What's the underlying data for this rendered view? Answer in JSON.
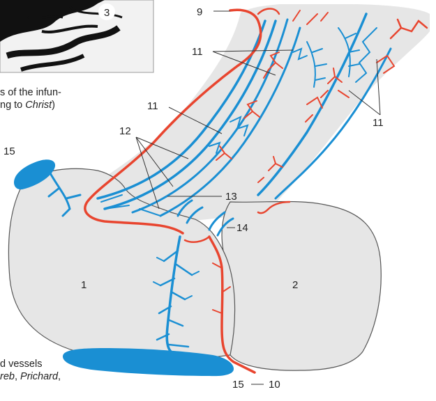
{
  "figure": {
    "inset_marker": "3",
    "captions": {
      "upper_line1": "s of the infun-",
      "upper_line2_pre": "ng to ",
      "upper_line2_name": "Christ",
      "upper_line2_post": ")",
      "lower_line1": "d vessels",
      "lower_line2_name1": "reb",
      "lower_line2_sep1": ", ",
      "lower_line2_name2": "Prichard",
      "lower_line2_sep2": ","
    },
    "labels": {
      "l9": "9",
      "l11_top": "11",
      "l11_mid": "11",
      "l11_right": "11",
      "l12": "12",
      "l13": "13",
      "l14": "14",
      "l15_top": "15",
      "l15_bottom": "15",
      "l10": "10",
      "l1": "1",
      "l2": "2"
    },
    "colors": {
      "artery_red": "#e8452f",
      "vein_blue": "#1a8fd3",
      "tissue_grey": "#e6e6e6",
      "outline": "#555555",
      "label_text": "#222222"
    }
  }
}
